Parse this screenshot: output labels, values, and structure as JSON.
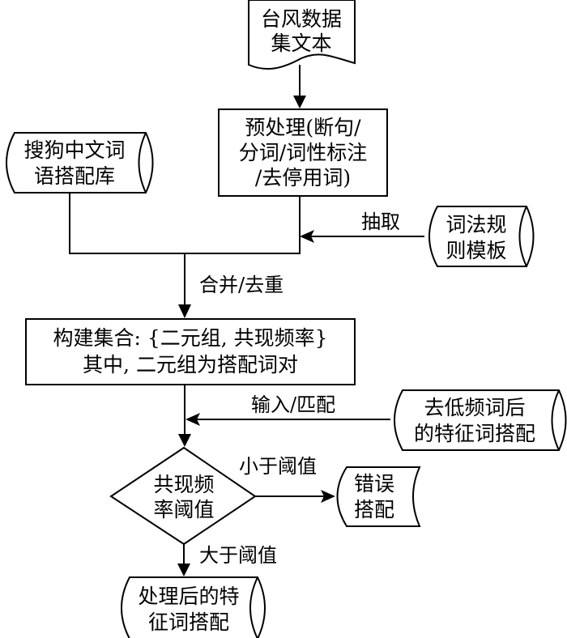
{
  "diagram": {
    "type": "flowchart",
    "nodes": {
      "source_doc": {
        "shape": "document",
        "lines": [
          "台风数据",
          "集文本"
        ]
      },
      "preprocess": {
        "shape": "process",
        "lines": [
          "预处理(断句/",
          "分词/词性标注",
          "/去停用词)"
        ]
      },
      "sogou_lib": {
        "shape": "stored-data",
        "lines": [
          "搜狗中文词",
          "语搭配库"
        ]
      },
      "lexical_rules": {
        "shape": "stored-data",
        "lines": [
          "词法规",
          "则模板"
        ]
      },
      "build_set": {
        "shape": "process",
        "lines": [
          "构建集合: {二元组, 共现频率}",
          "其中, 二元组为搭配词对"
        ]
      },
      "filtered_pairs": {
        "shape": "stored-data",
        "lines": [
          "去低频词后",
          "的特征词搭配"
        ]
      },
      "threshold": {
        "shape": "decision",
        "lines": [
          "共现频",
          "率阈值"
        ]
      },
      "wrong_pairs": {
        "shape": "stored-data",
        "lines": [
          "错误",
          "搭配"
        ]
      },
      "result": {
        "shape": "stored-data",
        "lines": [
          "处理后的特",
          "征词搭配"
        ]
      }
    },
    "edges": [
      {
        "from": "source_doc",
        "to": "preprocess",
        "label": ""
      },
      {
        "from": "lexical_rules",
        "to": "merge-line",
        "label": "抽取"
      },
      {
        "from": "sogou_lib+preprocess",
        "to": "build_set",
        "label": "合并/去重"
      },
      {
        "from": "filtered_pairs",
        "to": "threshold-input",
        "label": "输入/匹配"
      },
      {
        "from": "threshold",
        "to": "wrong_pairs",
        "label": "小于阈值"
      },
      {
        "from": "threshold",
        "to": "result",
        "label": "大于阈值"
      }
    ],
    "edge_labels": {
      "extract": "抽取",
      "merge": "合并/去重",
      "input_match": "输入/匹配",
      "below": "小于阈值",
      "above": "大于阈值"
    },
    "colors": {
      "stroke": "#000000",
      "fill": "#ffffff",
      "text": "#000000"
    }
  }
}
